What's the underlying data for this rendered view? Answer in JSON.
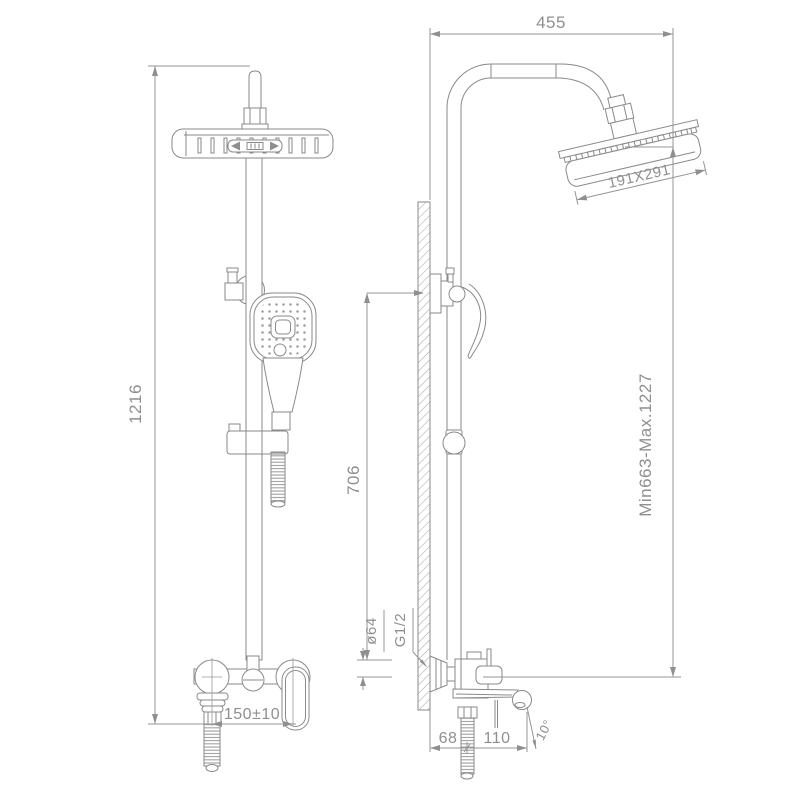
{
  "diagram": {
    "type": "technical-drawing",
    "subject": "shower-column-two-view-dimension-drawing",
    "background_color": "#ffffff",
    "line_color": "#8a8a8a",
    "dim_text_color": "#8f8f8f",
    "dimensions": {
      "total_height": "1216",
      "top_width": "455",
      "head_size": "191X291",
      "height_range": "Min663-Max.1227",
      "bar_height": "706",
      "inlet_spacing": "150±10",
      "flange_diameter": "ø64",
      "thread_size": "G1/2",
      "wall_offset": "68",
      "spout_reach": "110",
      "spout_angle": "10°"
    }
  }
}
